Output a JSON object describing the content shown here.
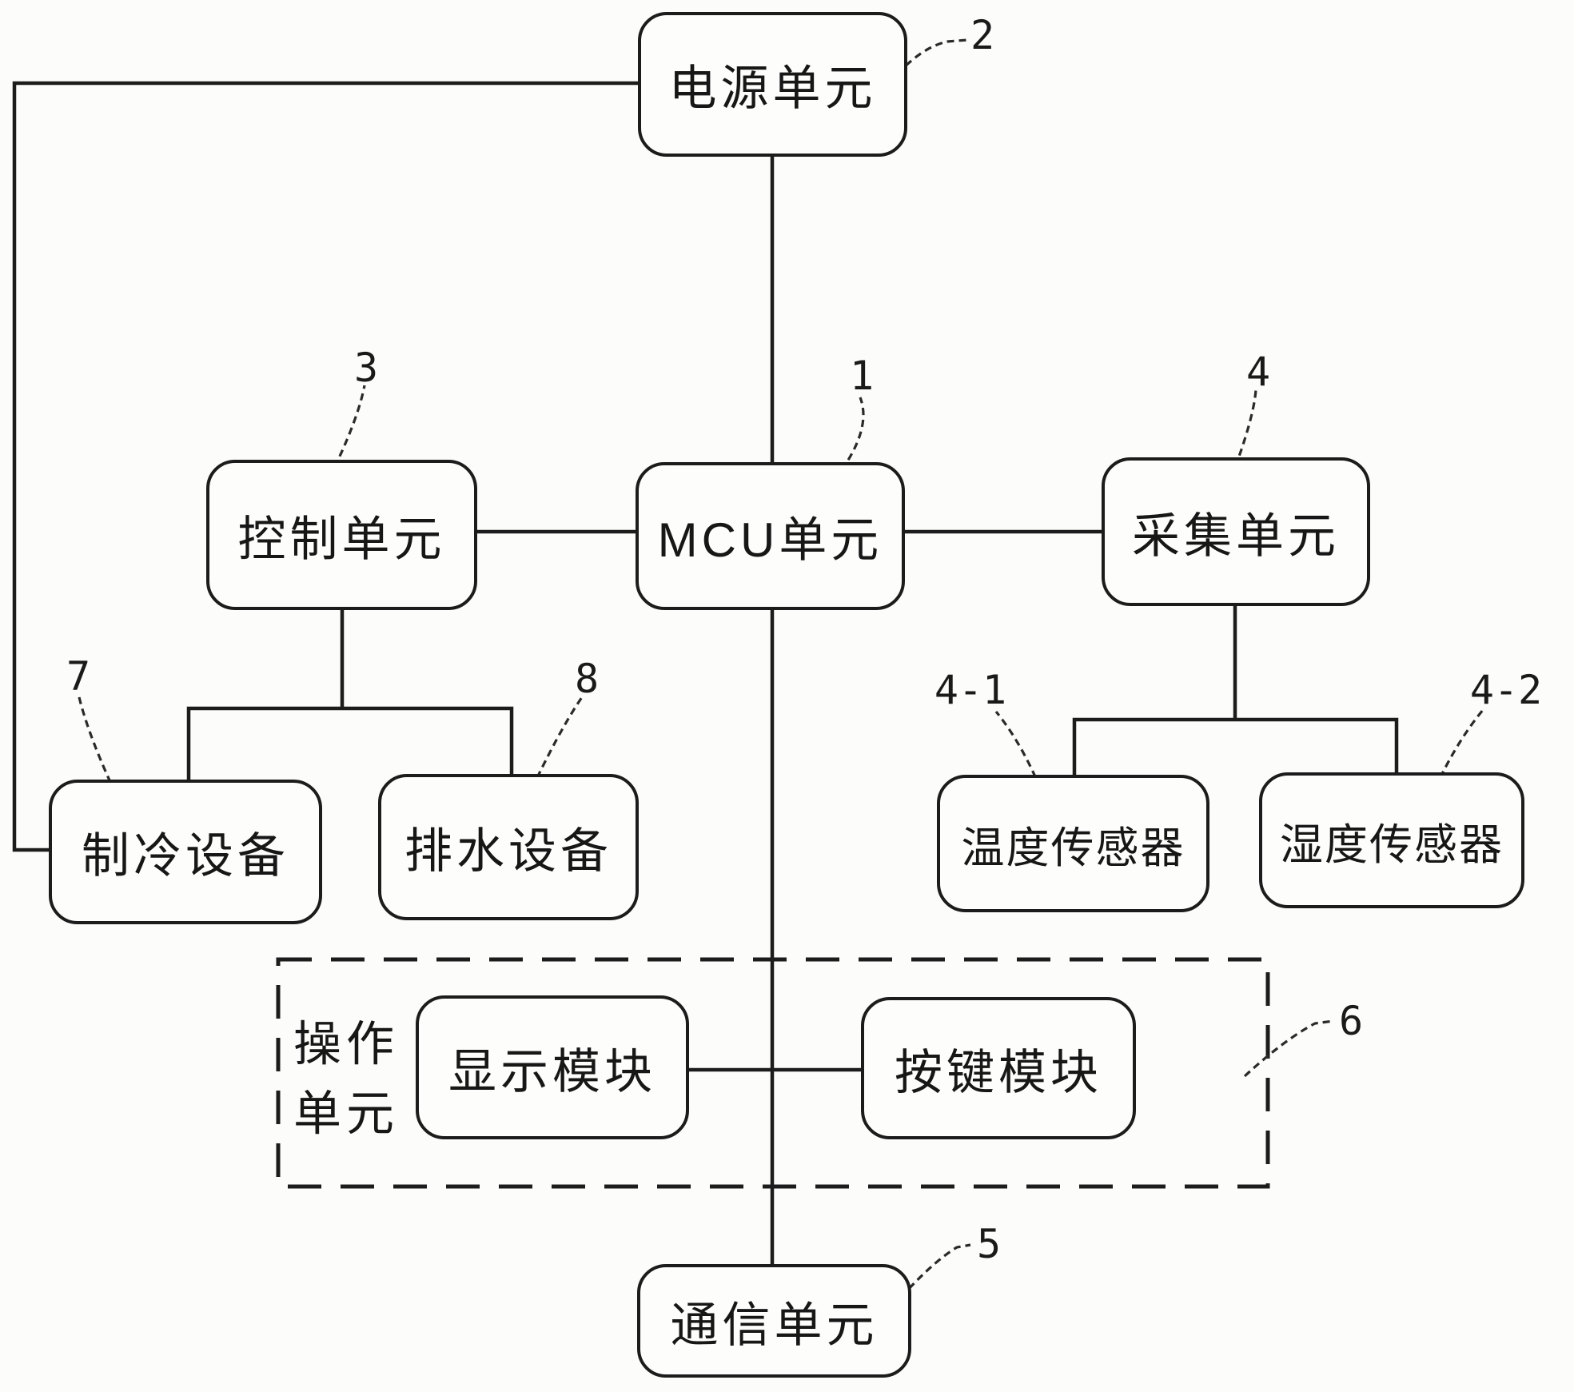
{
  "figure": {
    "background": "#fcfcfb",
    "line_color": "#1c1c1c",
    "boxes": {
      "power": {
        "label": "电源单元",
        "ref": "2"
      },
      "mcu": {
        "label": "MCU单元",
        "ref": "1"
      },
      "control": {
        "label": "控制单元",
        "ref": "3"
      },
      "collect": {
        "label": "采集单元",
        "ref": "4"
      },
      "cooling": {
        "label": "制冷设备",
        "ref": "7"
      },
      "drain": {
        "label": "排水设备",
        "ref": "8"
      },
      "temp": {
        "label": "温度传感器",
        "ref": "4-1"
      },
      "humid": {
        "label": "湿度传感器",
        "ref": "4-2"
      },
      "display": {
        "label": "显示模块"
      },
      "keys": {
        "label": "按键模块"
      },
      "comm": {
        "label": "通信单元",
        "ref": "5"
      }
    },
    "group": {
      "label_line1": "操作",
      "label_line2": "单元",
      "ref": "6"
    }
  }
}
